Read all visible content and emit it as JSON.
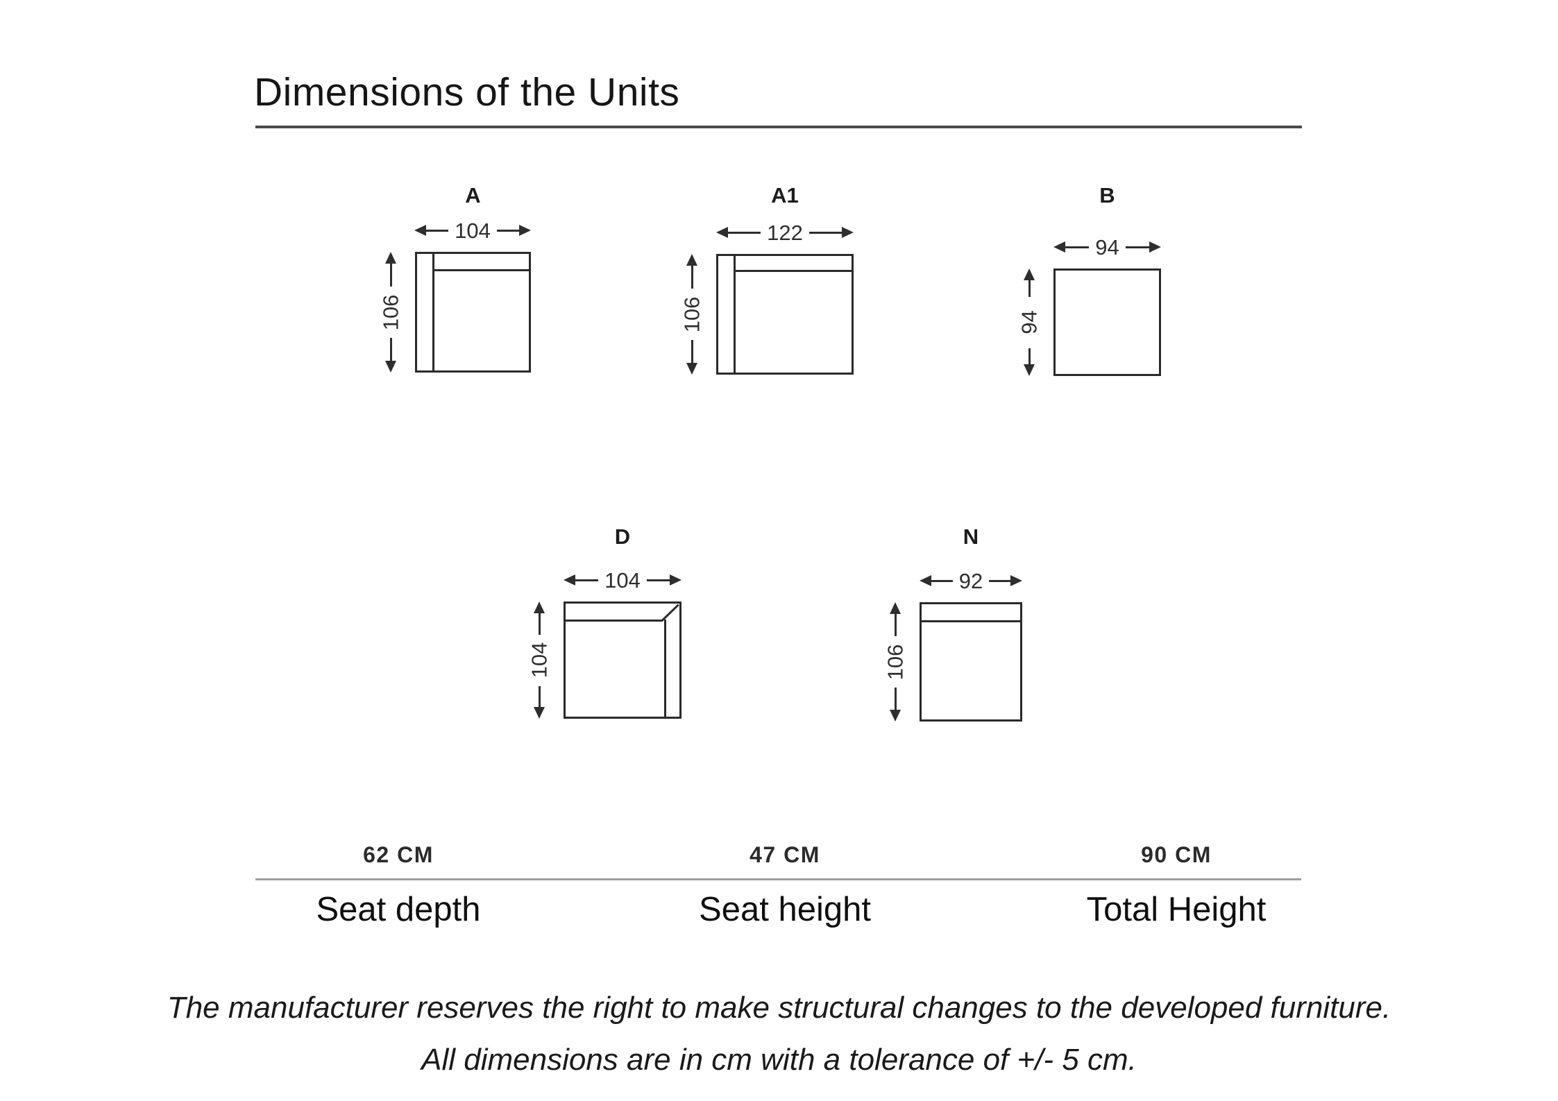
{
  "title": "Dimensions of the Units",
  "units": [
    {
      "label": "A",
      "width": "104",
      "height": "106"
    },
    {
      "label": "A1",
      "width": "122",
      "height": "106"
    },
    {
      "label": "B",
      "width": "94",
      "height": "94"
    },
    {
      "label": "D",
      "width": "104",
      "height": "104"
    },
    {
      "label": "N",
      "width": "92",
      "height": "106"
    }
  ],
  "specs": [
    {
      "value": "62 CM",
      "label": "Seat depth"
    },
    {
      "value": "47 CM",
      "label": "Seat height"
    },
    {
      "value": "90 CM",
      "label": "Total Height"
    }
  ],
  "disclaimer": {
    "line1": "The manufacturer reserves the right to make structural changes to the developed furniture.",
    "line2": "All dimensions are in cm with a tolerance of +/- 5 cm."
  },
  "colors": {
    "diagram_line": "#2a2a2a",
    "title_rule": "#4a4a4a",
    "spec_rule": "#9e9e9e",
    "background": "#ffffff"
  }
}
